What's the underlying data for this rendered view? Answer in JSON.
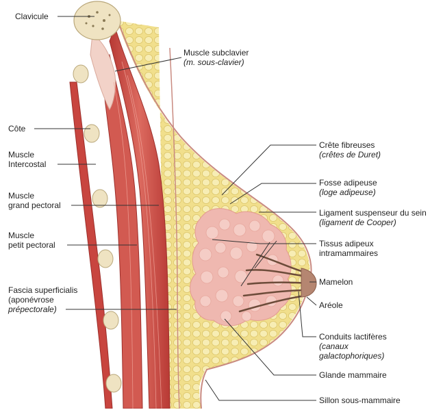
{
  "colors": {
    "muscle": "#c8453f",
    "muscle_light": "#e2857c",
    "fat": "#f1df8c",
    "fat_lobule": "#f6ecaf",
    "bone": "#efe3c2",
    "gland": "#efb8b0",
    "skin_line": "#c98a80",
    "leader": "#333333"
  },
  "labels": {
    "clavicule": "Clavicule",
    "subclavier": "Muscle subclavier",
    "subclavier_latin": "(m. sous-clavier)",
    "cote": "Côte",
    "intercostal_1": "Muscle",
    "intercostal_2": "Intercostal",
    "grand_pectoral_1": "Muscle",
    "grand_pectoral_2": "grand pectoral",
    "petit_pectoral_1": "Muscle",
    "petit_pectoral_2": "petit pectoral",
    "fascia_1": "Fascia superficialis",
    "fascia_2": "(aponévrose",
    "fascia_3": "prépectorale)",
    "crete_1": "Crête fibreuses",
    "crete_2": "(crêtes de Duret)",
    "fosse_1": "Fosse adipeuse",
    "fosse_2": "(loge adipeuse)",
    "ligament_1": "Ligament suspenseur du sein",
    "ligament_2": "(ligament de Cooper)",
    "tissus_1": "Tissus adipeux",
    "tissus_2": "intramammaires",
    "mamelon": "Mamelon",
    "areole": "Aréole",
    "conduits_1": "Conduits lactifères",
    "conduits_2": "(canaux",
    "conduits_3": "galactophoriques)",
    "glande": "Glande mammaire",
    "sillon": "Sillon sous-mammaire"
  }
}
